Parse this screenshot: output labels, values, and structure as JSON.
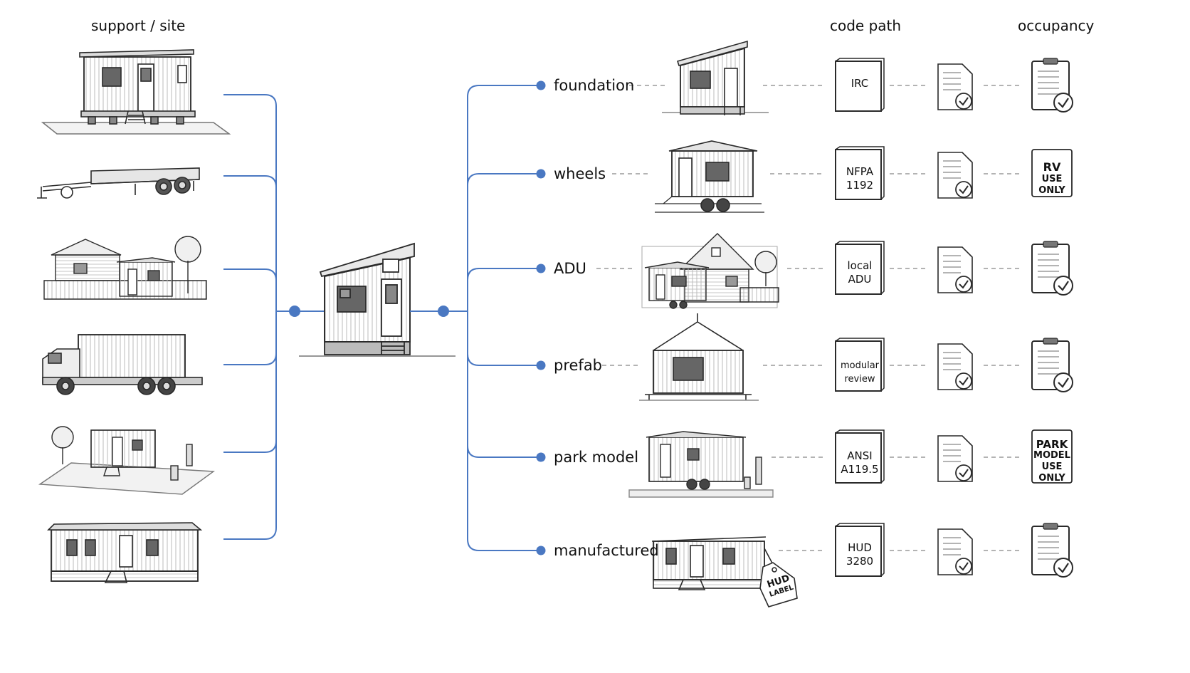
{
  "headers": {
    "support_site": "support / site",
    "code_path": "code path",
    "occupancy": "occupancy"
  },
  "categories": [
    {
      "label": "foundation",
      "code": [
        "IRC"
      ],
      "occupancy": "clipboard"
    },
    {
      "label": "wheels",
      "code": [
        "NFPA",
        "1192"
      ],
      "occupancy": [
        "RV",
        "USE",
        "ONLY"
      ]
    },
    {
      "label": "ADU",
      "code": [
        "local",
        "ADU"
      ],
      "occupancy": "clipboard"
    },
    {
      "label": "prefab",
      "code": [
        "modular",
        "review"
      ],
      "occupancy": "clipboard"
    },
    {
      "label": "park model",
      "code": [
        "ANSI",
        "A119.5"
      ],
      "occupancy": [
        "PARK",
        "MODEL",
        "USE",
        "ONLY"
      ]
    },
    {
      "label": "manufactured",
      "code": [
        "HUD",
        "3280"
      ],
      "occupancy": "clipboard"
    }
  ],
  "hud_tag": [
    "HUD",
    "LABEL"
  ],
  "colors": {
    "accent": "#4a78c2",
    "ink": "#2a2a2a",
    "dash": "#9a9a9a"
  }
}
